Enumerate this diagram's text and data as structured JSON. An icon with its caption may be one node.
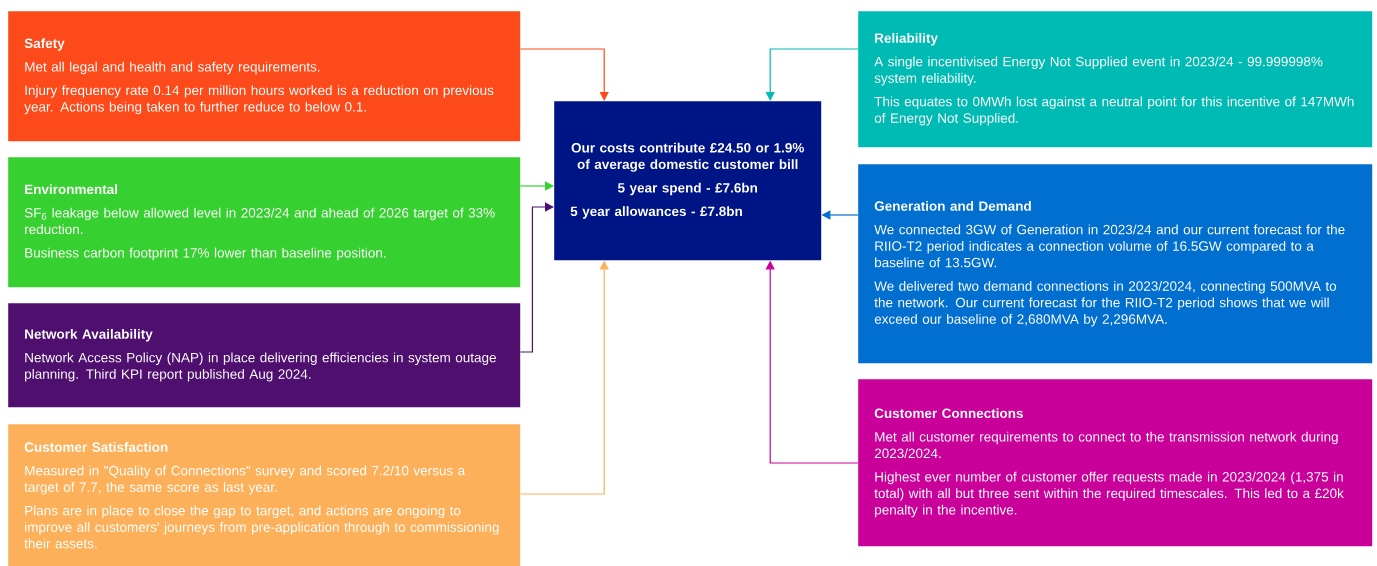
{
  "diagram": {
    "nodes": [
      {
        "text": [
          "Safety",
          "Met all legal and health and safety requirements.",
          "Injury frequency rate 0.14 per million hours worked is a reduction on previous year. Actions being taken to further reduce to below 0.1."
        ]
      },
      {
        "text": [
          "Environmental",
          "SF$_{6}$ leakage below allowed level in 2023/24 and ahead of 2026 target of 33% reduction.",
          "Business carbon footprint 17% lower than baseline position."
        ]
      },
      {
        "text": [
          "Network Availability",
          "Network Access Policy (NAP) in place delivering efficiencies in system outage planning. Third KPI report published Aug 2024."
        ]
      },
      {
        "text": [
          "Customer Satisfaction",
          "Measured in \"Quality of Connections\" survey and scored 7.2/10 versus a target of 7.7, the same score as last year.",
          "Plans are in place to close the gap to target, and actions are ongoing to improve all customers' journeys from pre-application through to commissioning their assets."
        ]
      },
      {
        "text": [
          "Our costs contribute £24.50 or 1.9% of average domestic customer bill",
          "5 year spend - £7.6bn",
          "5 year allowances - £7.8bn"
        ]
      },
      {
        "text": [
          "Reliability",
          "A single incentivised Energy Not Supplied event in 2023/24 - 99.999998% system reliability.",
          "This equates to 0MWh lost against a neutral point for this incentive of 147MWh of Energy Not Supplied."
        ]
      },
      {
        "text": [
          "Generation and Demand",
          "We connected 3GW of Generation in 2023/24 and our current forecast for the RIIO-T2 period indicates a connection volume of 16.5GW compared to a baseline of 13.5GW.",
          "We delivered two demand connections in 2023/2024, connecting 500MVA to the network. Our current forecast for the RIIO-T2 period shows that we will exceed our baseline of 2,680MVA by 2,296MVA."
        ]
      },
      {
        "text": [
          "Customer Connections",
          "Met all customer requirements to connect to the transmission network during 2023/2024.",
          "Highest ever number of customer offer requests made in 2023/2024 (1,375 in total) with all but three sent within the required timescales. This led to a £20k penalty in the incentive."
        ]
      }
    ],
    "edges": [
      {
        "from": 0,
        "to": 4,
        "arrow": "to",
        "color": "#fc4a1a"
      },
      {
        "from": 1,
        "to": 4,
        "arrow": "to",
        "color": "#36d030"
      },
      {
        "from": 2,
        "to": 4,
        "arrow": "to",
        "color": "#4f0f6f"
      },
      {
        "from": 3,
        "to": 4,
        "arrow": "to",
        "color": "#fdb05a"
      },
      {
        "from": 5,
        "to": 4,
        "arrow": "to",
        "color": "#00bbb4"
      },
      {
        "from": 6,
        "to": 4,
        "arrow": "to",
        "color": "#006fcf"
      },
      {
        "from": 7,
        "to": 4,
        "arrow": "to",
        "color": "#c9009a"
      }
    ]
  }
}
